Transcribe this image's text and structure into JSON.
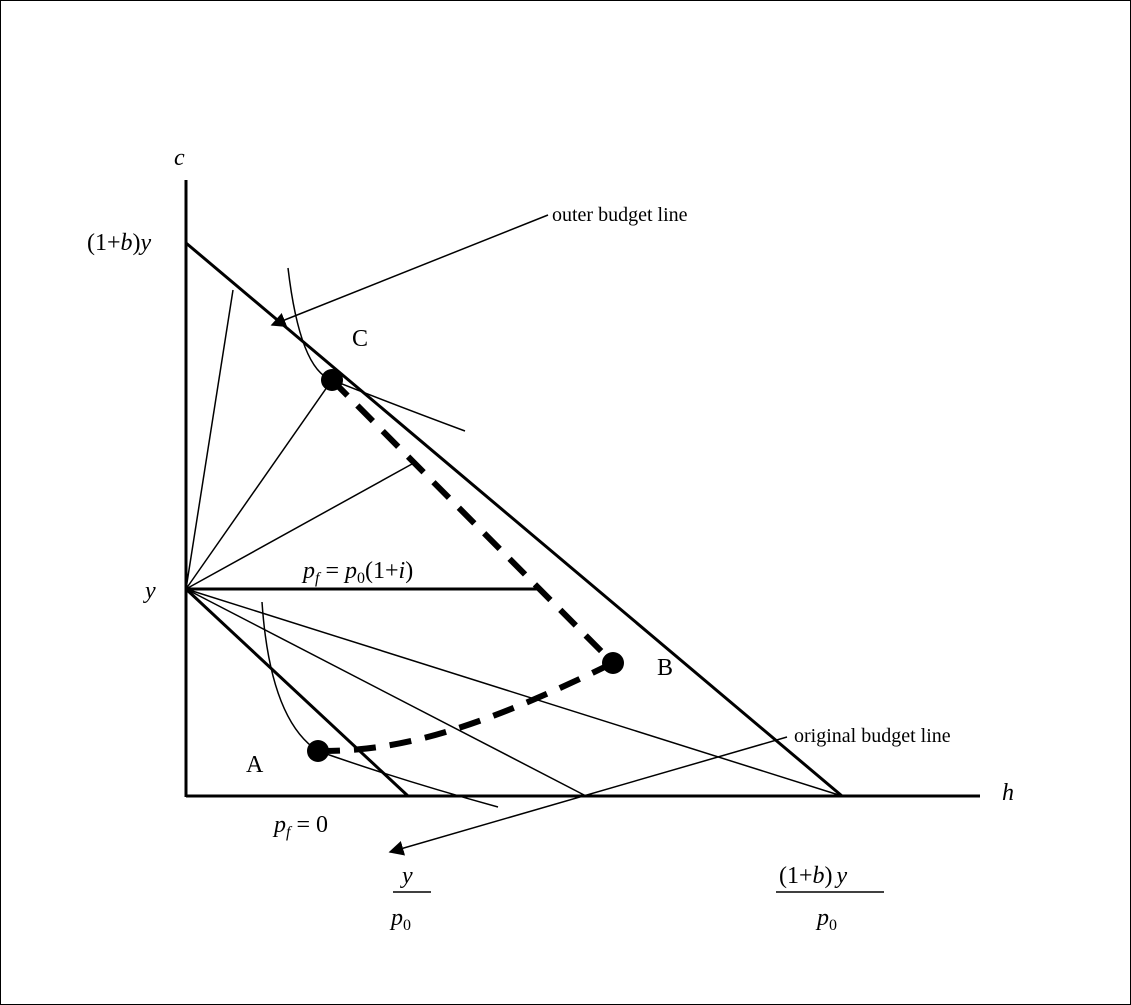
{
  "axes": {
    "y_axis_label": "c",
    "x_axis_label": "h"
  },
  "y_ticks": {
    "top": "(1+b)y",
    "top_parts": [
      "(1+",
      "b",
      ")",
      "y"
    ],
    "middle": "y"
  },
  "x_ticks": {
    "first_numerator": "y",
    "first_denominator": "p",
    "first_denominator_sub": "0",
    "second_numerator_parts": [
      "(1+",
      "b",
      ")",
      "y"
    ],
    "second_denominator": "p",
    "second_denominator_sub": "0"
  },
  "points": {
    "a": "A",
    "b": "B",
    "c": "C"
  },
  "annotations": {
    "outer_budget_line": "outer budget line",
    "original_budget_line": "original budget line",
    "pf_horizontal": "pf = p0(1+i)",
    "pf_horizontal_parts": [
      "p",
      "f",
      " = ",
      "p",
      "0",
      "(1+",
      "i",
      ")"
    ],
    "pf_zero": "pf = 0",
    "pf_zero_parts": [
      "p",
      "f",
      " = 0"
    ]
  }
}
